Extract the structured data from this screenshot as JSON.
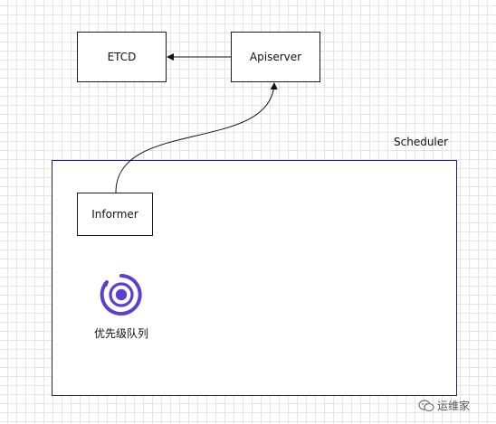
{
  "nodes": {
    "etcd": "ETCD",
    "apiserver": "Apiserver",
    "informer": "Informer",
    "scheduler": "Scheduler",
    "priority_queue": "优先级队列"
  },
  "watermark": {
    "text": "运维家",
    "icon": "wechat-icon"
  },
  "edges": [
    {
      "from": "apiserver",
      "to": "etcd"
    },
    {
      "from": "informer",
      "to": "apiserver"
    }
  ],
  "colors": {
    "queue_icon": "#5b3fd1",
    "frame_border": "#1a237e"
  }
}
